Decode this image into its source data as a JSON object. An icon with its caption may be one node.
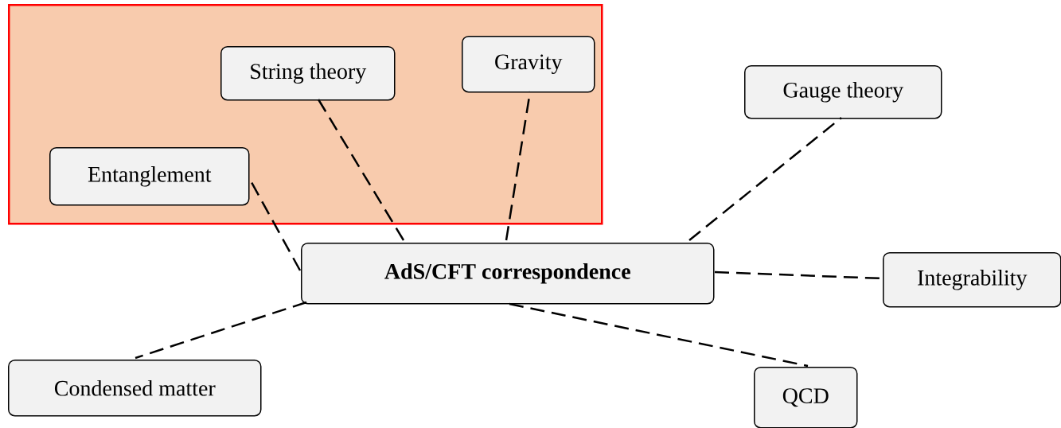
{
  "diagram": {
    "nodes": [
      {
        "text": [],
        "shape": "box"
      },
      {
        "text": [
          "String theory"
        ],
        "in": 0
      },
      {
        "text": [
          "Gravity"
        ],
        "in": 0
      },
      {
        "text": [
          "Gauge theory"
        ]
      },
      {
        "text": [
          "Entanglement"
        ],
        "in": 0
      },
      {
        "text": [
          "AdS/CFT correspondence"
        ]
      },
      {
        "text": [
          "Integrability"
        ]
      },
      {
        "text": [
          "Condensed matter"
        ]
      },
      {
        "text": [
          "QCD"
        ]
      }
    ],
    "edges": [
      {
        "from": 5,
        "to": 1,
        "arrow": "none",
        "style": "dashed"
      },
      {
        "from": 5,
        "to": 2,
        "arrow": "none",
        "style": "dashed"
      },
      {
        "from": 5,
        "to": 3,
        "arrow": "none",
        "style": "dashed"
      },
      {
        "from": 5,
        "to": 4,
        "arrow": "none",
        "style": "dashed"
      },
      {
        "from": 5,
        "to": 6,
        "arrow": "none",
        "style": "dashed"
      },
      {
        "from": 5,
        "to": 7,
        "arrow": "none",
        "style": "dashed"
      },
      {
        "from": 5,
        "to": 8,
        "arrow": "none",
        "style": "dashed"
      }
    ]
  }
}
